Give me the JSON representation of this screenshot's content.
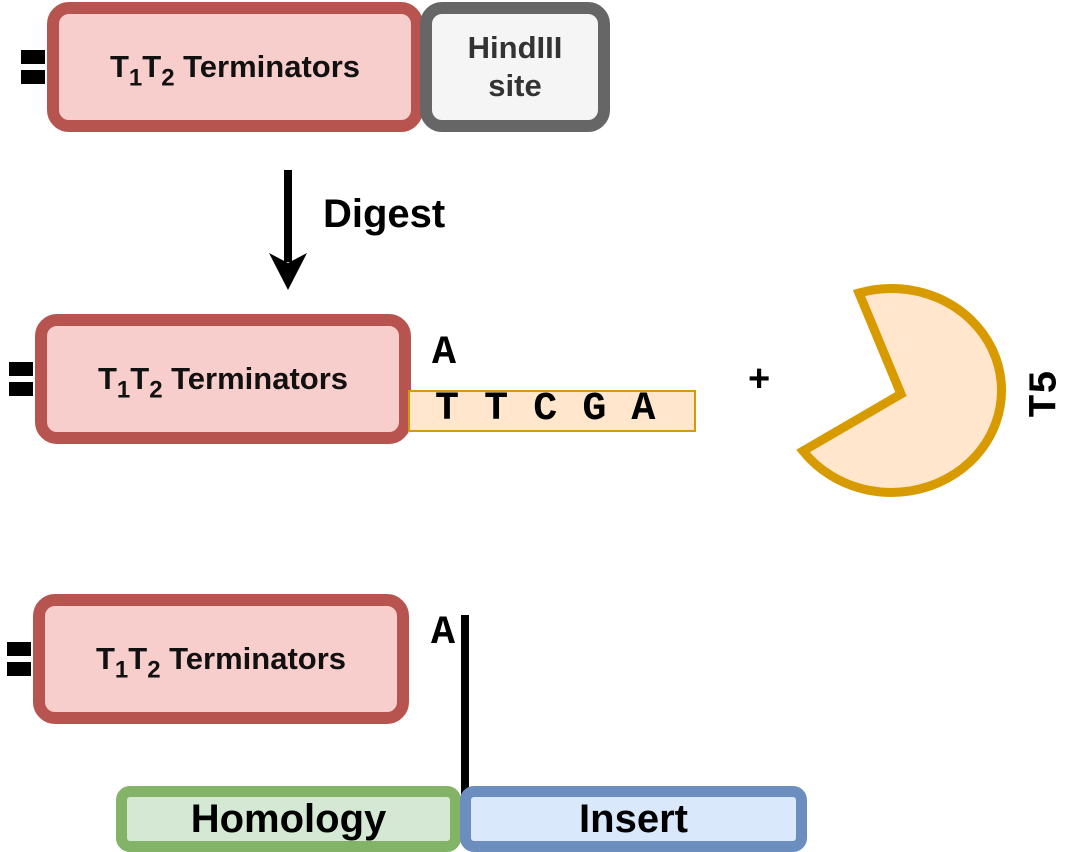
{
  "colors": {
    "terminator_fill": "#f8cecc",
    "terminator_border": "#b85450",
    "site_fill": "#f5f5f5",
    "site_border": "#666666",
    "overhang_fill": "#ffe6cc",
    "overhang_border": "#d79b00",
    "homology_fill": "#d5e8d4",
    "homology_border": "#82b366",
    "insert_fill": "#dae8fc",
    "insert_border": "#6c8ebf"
  },
  "terminator": {
    "T": "T",
    "sub1": "1",
    "sub2": "2",
    "word": " Terminators"
  },
  "hindiii": {
    "line1": "HindIII",
    "line2": "site"
  },
  "arrow_label": "Digest",
  "overhang": {
    "top_base": "A",
    "bottom_strand": "T T C G A"
  },
  "plus": "+",
  "enzyme": {
    "label": "T5",
    "icon": "pacman-exonuclease-icon"
  },
  "row3": {
    "top_base": "A"
  },
  "homology_label": "Homology",
  "insert_label": "Insert"
}
